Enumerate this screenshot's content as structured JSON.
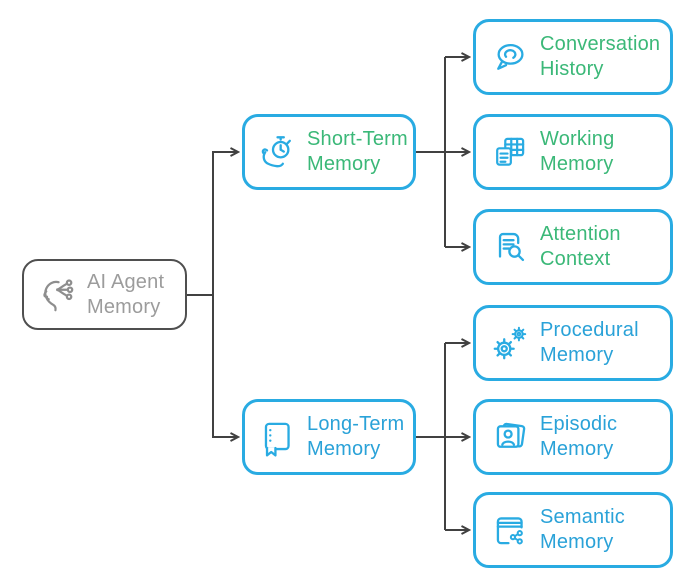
{
  "diagram": {
    "title": "AI Agent Memory",
    "colors": {
      "node_border_cyan": "#29abe2",
      "short_term_text_green": "#3bb878",
      "long_term_text_blue": "#2aa2d8",
      "root_border_gray": "#4f4f4f",
      "root_text_gray": "#9c9c9c",
      "connector_line": "#414141",
      "background": "#ffffff"
    },
    "root": {
      "label": "AI Agent\nMemory",
      "icon": "head-circuit-icon"
    },
    "branches": [
      {
        "label": "Short-Term\nMemory",
        "icon": "hand-stopwatch-icon",
        "text_color": "#3bb878",
        "children": [
          {
            "label": "Conversation\nHistory",
            "icon": "chat-bubble-icon"
          },
          {
            "label": "Working\nMemory",
            "icon": "table-note-icon"
          },
          {
            "label": "Attention\nContext",
            "icon": "document-search-icon"
          }
        ]
      },
      {
        "label": "Long-Term\nMemory",
        "icon": "bookmark-book-icon",
        "text_color": "#2aa2d8",
        "children": [
          {
            "label": "Procedural\nMemory",
            "icon": "gears-icon"
          },
          {
            "label": "Episodic\nMemory",
            "icon": "photo-stack-icon"
          },
          {
            "label": "Semantic\nMemory",
            "icon": "book-network-icon"
          }
        ]
      }
    ]
  }
}
